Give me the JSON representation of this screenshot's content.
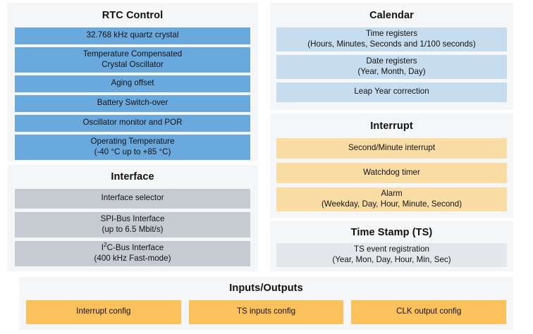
{
  "panels": {
    "rtc_control": {
      "title": "RTC Control",
      "items": [
        {
          "text": "32.768 kHz quartz crystal"
        },
        {
          "text": "Temperature Compensated\nCrystal Oscillator"
        },
        {
          "text": "Aging offset"
        },
        {
          "text": "Battery Switch-over"
        },
        {
          "text": "Oscillator monitor and POR"
        },
        {
          "text": "Operating Temperature\n(-40 °C up to +85 °C)"
        }
      ]
    },
    "interface": {
      "title": "Interface",
      "items": [
        {
          "text": "Interface selector"
        },
        {
          "text": "SPI-Bus Interface\n(up to 6.5 Mbit/s)"
        },
        {
          "text_prefix": "I",
          "text_sup": "2",
          "text_suffix": "C-Bus Interface\n(400 kHz Fast-mode)"
        }
      ]
    },
    "calendar": {
      "title": "Calendar",
      "items": [
        {
          "text": "Time registers\n(Hours, Minutes, Seconds and 1/100 seconds)"
        },
        {
          "text": "Date registers\n(Year, Month, Day)"
        },
        {
          "text": "Leap Year correction"
        }
      ]
    },
    "interrupt": {
      "title": "Interrupt",
      "items": [
        {
          "text": "Second/Minute interrupt"
        },
        {
          "text": "Watchdog timer"
        },
        {
          "text": "Alarm\n(Weekday, Day, Hour, Minute, Second)"
        }
      ]
    },
    "time_stamp": {
      "title": "Time Stamp (TS)",
      "items": [
        {
          "text": "TS event registration\n(Year, Mon, Day, Hour, Min, Sec)"
        }
      ]
    },
    "inputs_outputs": {
      "title": "Inputs/Outputs",
      "items": [
        {
          "text": "Interrupt config"
        },
        {
          "text": "TS inputs config"
        },
        {
          "text": "CLK output config"
        }
      ]
    }
  },
  "colors": {
    "page_background": "#ffffff",
    "panel_background": "#f4f6f7",
    "rtc_bar": "#6aa9de",
    "calendar_bar": "#c6dcef",
    "interface_bar": "#c5cbd1",
    "interrupt_bar": "#fadca5",
    "time_stamp_bar": "#e4e8ec",
    "io_bar": "#fbc15c",
    "text": "#131313",
    "title_text": "#111111"
  }
}
